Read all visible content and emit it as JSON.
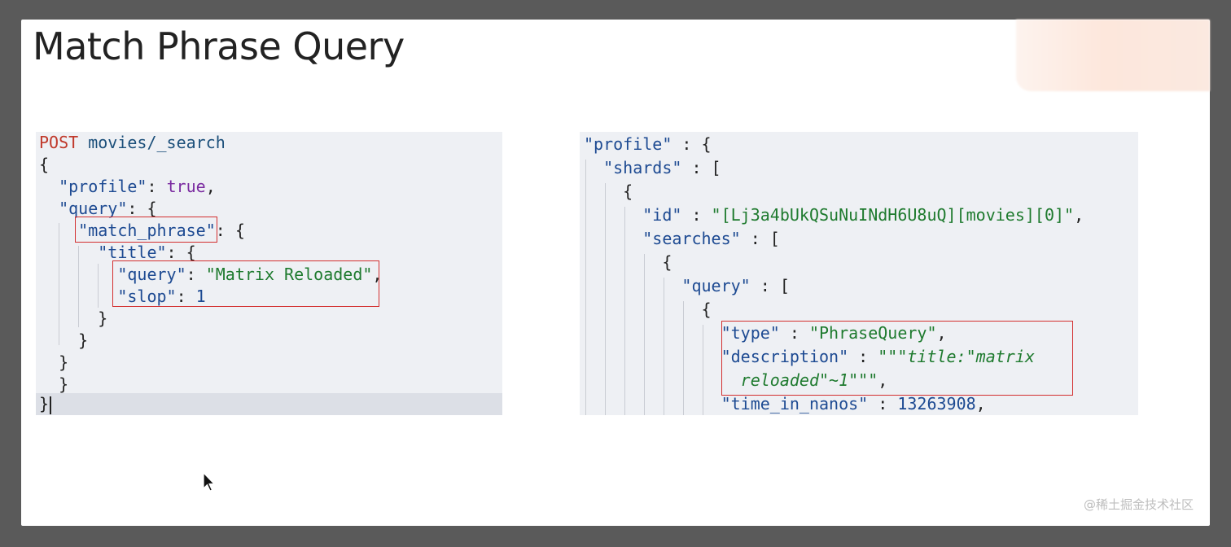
{
  "slide": {
    "title": "Match Phrase Query",
    "watermark": "@稀土掘金技术社区"
  },
  "request": {
    "method": "POST",
    "path": "movies/_search",
    "lines": [
      "{",
      "  \"profile\": true,",
      "  \"query\": {",
      "    \"match_phrase\": {",
      "      \"title\": {",
      "        \"query\": \"Matrix Reloaded\",",
      "        \"slop\": 1",
      "      }",
      "    }",
      "  }",
      "  }",
      "}"
    ]
  },
  "response": {
    "lines": [
      "\"profile\" : {",
      "  \"shards\" : [",
      "    {",
      "      \"id\" : \"[Lj3a4bUkQSuNuINdH6U8uQ][movies][0]\",",
      "      \"searches\" : [",
      "        {",
      "          \"query\" : [",
      "            {",
      "              \"type\" : \"PhraseQuery\",",
      "              \"description\" : \"\"\"title:\"matrix",
      "                reloaded\"~1\"\"\",",
      "              \"time_in_nanos\" : 13263908,"
    ]
  },
  "colors": {
    "highlight_border": "#d32f2f",
    "code_background": "#eef0f4",
    "string": "#1e7a2e",
    "key": "#1d4a92",
    "keyword_post": "#c0392b",
    "boolean": "#7a2aa0"
  },
  "icons": [
    "mouse-cursor-icon"
  ]
}
